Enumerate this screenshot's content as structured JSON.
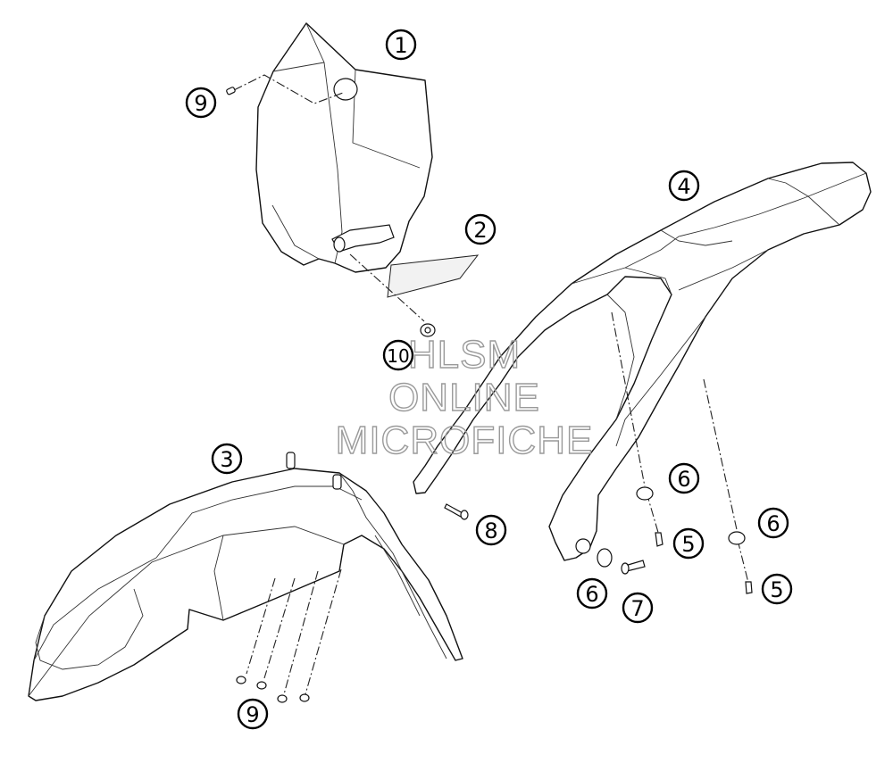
{
  "callouts": {
    "c1": "1",
    "c2": "2",
    "c3": "3",
    "c4": "4",
    "c5a": "5",
    "c5b": "5",
    "c6a": "6",
    "c6b": "6",
    "c6c": "6",
    "c7": "7",
    "c8": "8",
    "c9a": "9",
    "c9b": "9",
    "c10": "10"
  },
  "watermark": {
    "line1": "HLSM",
    "line2": "ONLINE",
    "line3": "MICROFICHE",
    "color": "#9a9a9a"
  }
}
